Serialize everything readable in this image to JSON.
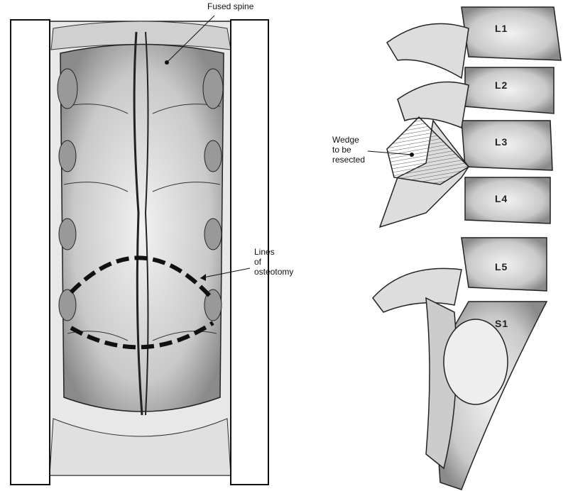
{
  "labels": {
    "fused_spine": "Fused spine",
    "lines_of_osteotomy": [
      "Lines",
      "of",
      "osteotomy"
    ],
    "wedge": [
      "Wedge",
      "to be",
      "resected"
    ]
  },
  "vertebrae": [
    "L1",
    "L2",
    "L3",
    "L4",
    "L5",
    "S1"
  ]
}
